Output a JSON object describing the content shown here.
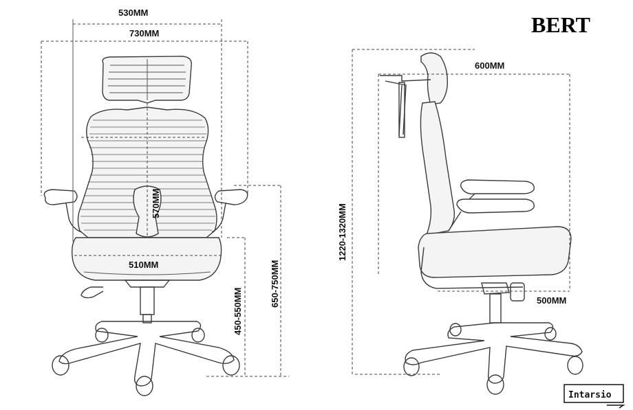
{
  "product_name": "BERT",
  "brand": "Intarsio",
  "dimensions": {
    "front_outer_width": "530MM",
    "front_arm_width": "730MM",
    "backrest_height": "570MM",
    "seat_width": "510MM",
    "seat_height": "450-550MM",
    "arm_height": "650-750MM",
    "total_height": "1220-1320MM",
    "side_depth": "600MM",
    "seat_depth": "500MM"
  },
  "colors": {
    "line": "#3a3a3a",
    "mesh": "#f4f4f4",
    "text": "#111111"
  }
}
